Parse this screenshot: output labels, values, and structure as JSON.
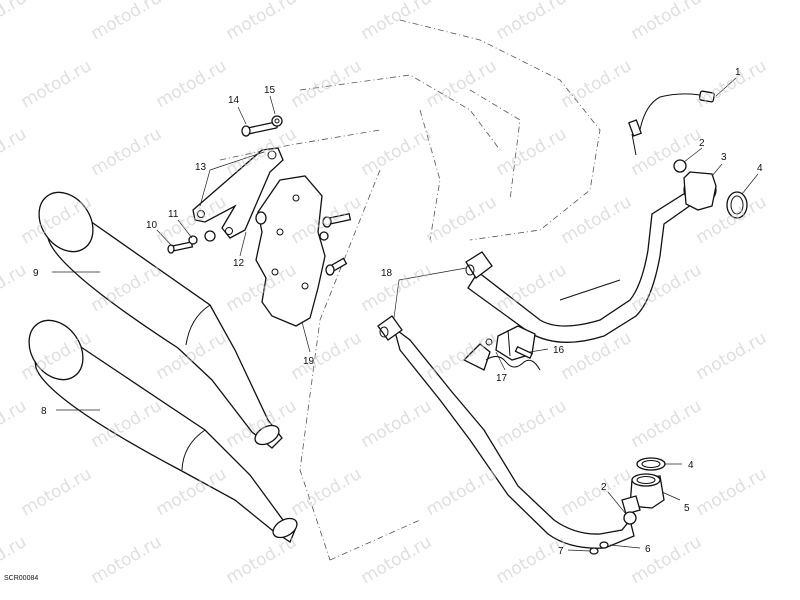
{
  "diagram": {
    "drawing_code": "SCR00084",
    "watermark_text": "motod.ru",
    "callouts": [
      "1",
      "2",
      "3",
      "4",
      "9",
      "10",
      "11",
      "12",
      "13",
      "14",
      "15",
      "16",
      "17",
      "18",
      "19",
      "8",
      "4",
      "2",
      "5",
      "6",
      "7"
    ],
    "colors": {
      "ink": "#111111",
      "paper": "#ffffff",
      "watermark": "#c6c6c6"
    }
  }
}
